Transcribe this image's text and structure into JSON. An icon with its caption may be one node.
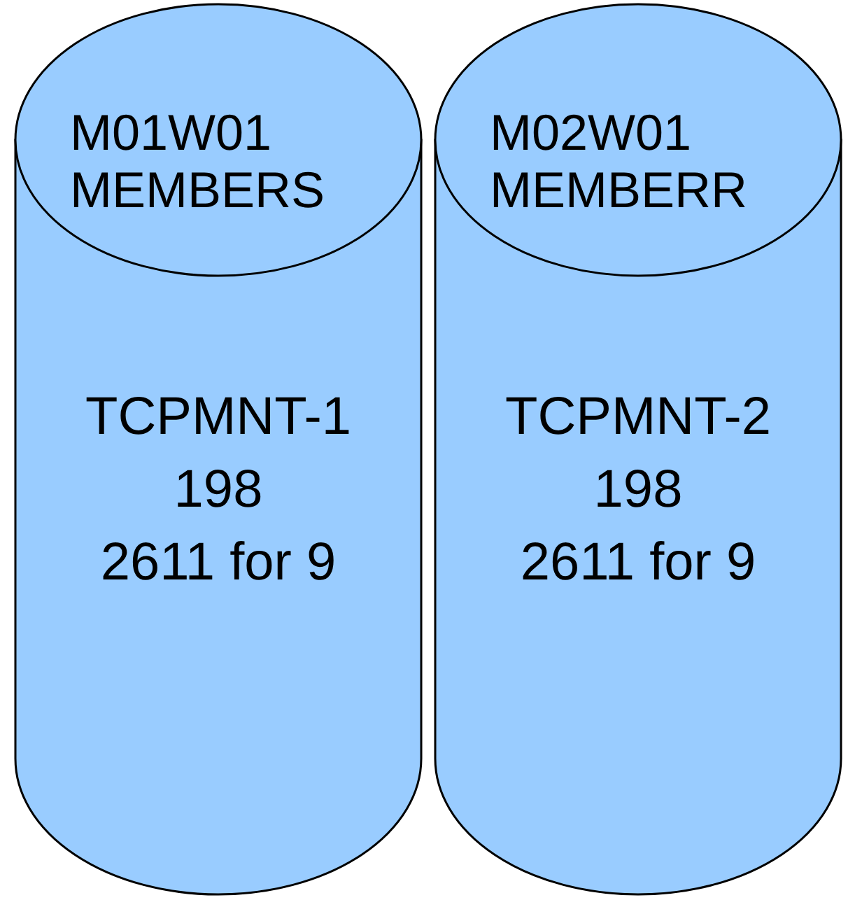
{
  "diagram": {
    "nodes": [
      {
        "text": [
          "M01W01 MEMBERS",
          "TCPMNT-1",
          "198",
          "2611 for 9"
        ]
      },
      {
        "text": [
          "M02W01 MEMBERR",
          "TCPMNT-2",
          "198",
          "2611 for 9"
        ]
      }
    ]
  }
}
